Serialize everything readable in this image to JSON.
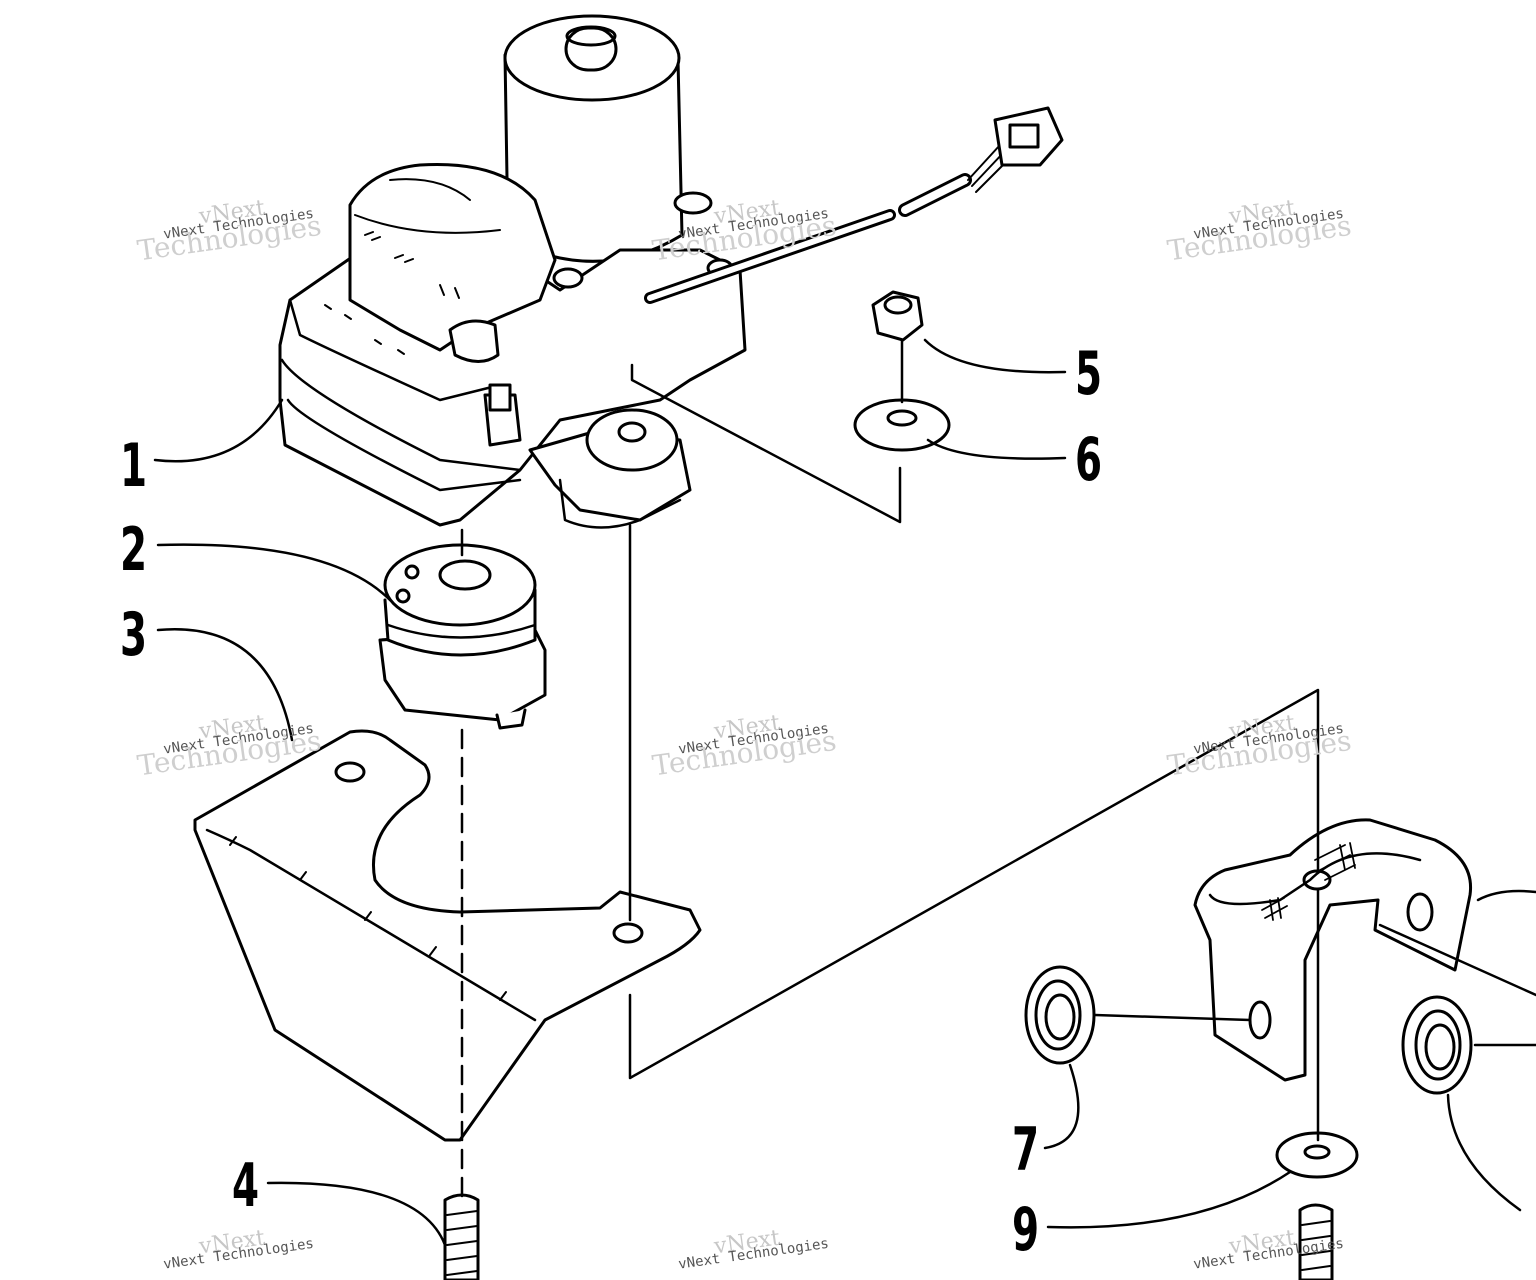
{
  "callouts": {
    "c1": "1",
    "c2": "2",
    "c3": "3",
    "c4": "4",
    "c5": "5",
    "c6": "6",
    "c7": "7",
    "c9": "9"
  },
  "watermark": {
    "line1": "vNext",
    "line2": "vNext Technologies",
    "line3": "Technologies"
  }
}
